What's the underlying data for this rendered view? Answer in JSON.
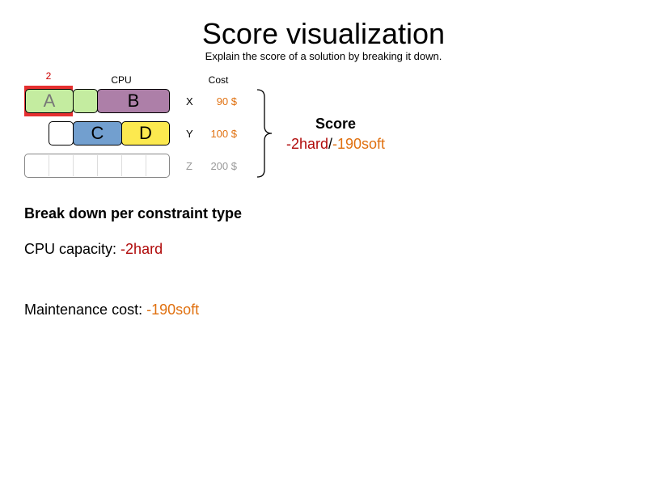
{
  "header": {
    "title": "Score visualization",
    "subtitle": "Explain the score of a solution by breaking it down."
  },
  "colors": {
    "hard": "#b00a0a",
    "soft": "#e0700f",
    "overload": "#e53030",
    "process_a": "#c4eca0",
    "process_b": "#ad7fa8",
    "process_c": "#729fcf",
    "process_d": "#fce94f",
    "inactive_text": "#999999"
  },
  "diagram": {
    "cpu_header": "CPU",
    "cost_header": "Cost",
    "overload_value": "2",
    "computers": [
      {
        "name": "X",
        "cost": "90 $",
        "active": true,
        "processes": [
          "A",
          "B"
        ]
      },
      {
        "name": "Y",
        "cost": "100 $",
        "active": true,
        "processes": [
          "C",
          "D"
        ]
      },
      {
        "name": "Z",
        "cost": "200 $",
        "active": false,
        "processes": []
      }
    ],
    "processes": {
      "A": {
        "label": "A"
      },
      "B": {
        "label": "B"
      },
      "C": {
        "label": "C"
      },
      "D": {
        "label": "D"
      }
    }
  },
  "score": {
    "title": "Score",
    "hard": "-2hard",
    "separator": "/",
    "soft": "-190soft"
  },
  "breakdown": {
    "title": "Break down per constraint type",
    "items": [
      {
        "label": "CPU capacity: ",
        "value": "-2hard",
        "kind": "hard"
      },
      {
        "label": "Maintenance cost: ",
        "value": "-190soft",
        "kind": "soft"
      }
    ]
  }
}
